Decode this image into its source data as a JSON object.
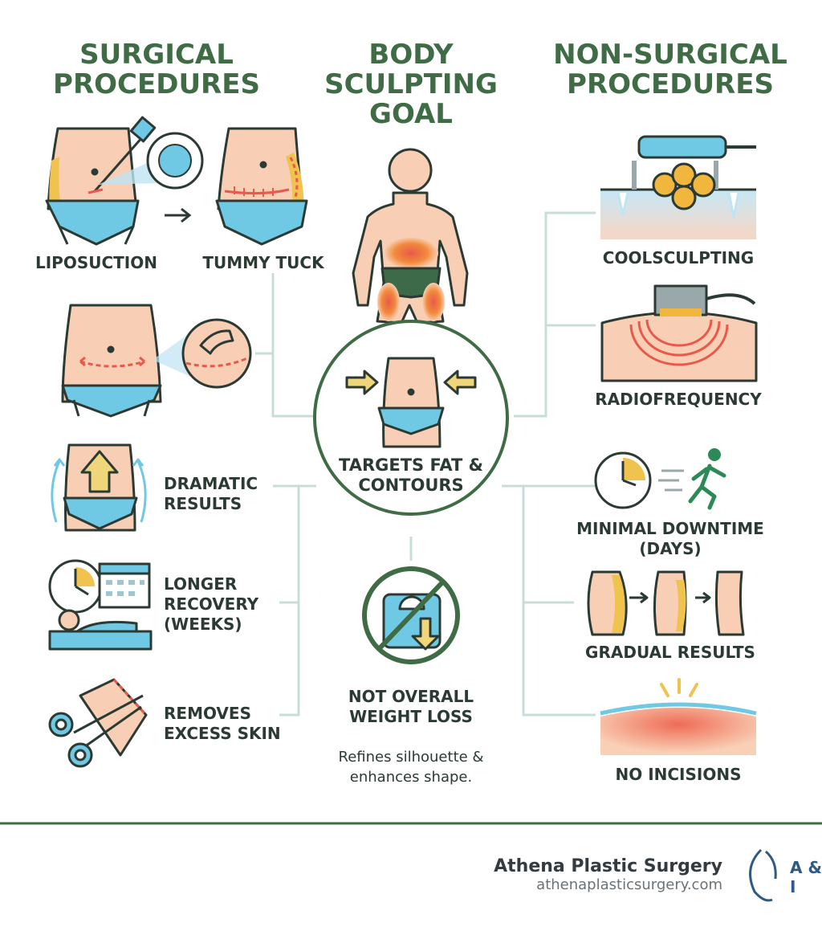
{
  "headings": {
    "surgical": "SURGICAL PROCEDURES",
    "goal": "BODY SCULPTING GOAL",
    "non_surgical": "NON-SURGICAL PROCEDURES"
  },
  "surgical": {
    "liposuction": "LIPOSUCTION",
    "tummy_tuck": "TUMMY TUCK",
    "dramatic": "DRAMATIC RESULTS",
    "recovery": "LONGER RECOVERY (WEEKS)",
    "skin": "REMOVES EXCESS SKIN"
  },
  "center": {
    "targets": "TARGETS FAT & CONTOURS",
    "not_weight": "NOT OVERALL WEIGHT LOSS",
    "refines": "Refines silhouette & enhances shape."
  },
  "non_surgical": {
    "coolsculpting": "COOLSCULPTING",
    "radiofrequency": "RADIOFREQUENCY",
    "downtime": "MINIMAL DOWNTIME (DAYS)",
    "gradual": "GRADUAL RESULTS",
    "incisions": "NO INCISIONS"
  },
  "footer": {
    "brand_name": "Athena Plastic Surgery",
    "website": "athenaplasticsurgery.com",
    "logo_text": "A & I"
  },
  "colors": {
    "heading_green": "#3f6b45",
    "outline": "#2c3a34",
    "skin": "#f8cfb4",
    "underwear": "#6fc9e4",
    "fat": "#f0c34e",
    "heat": "#e9594b",
    "connector": "#c8ddd5"
  }
}
